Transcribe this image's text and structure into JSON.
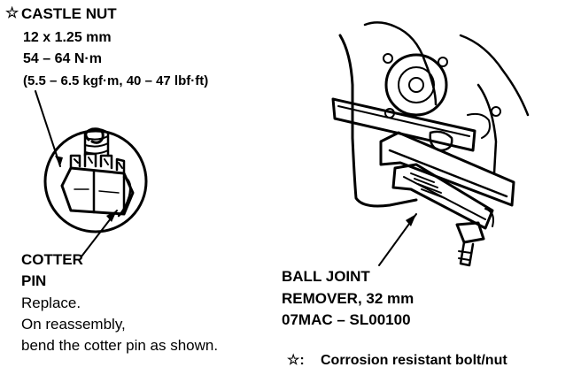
{
  "castle_nut": {
    "symbol": "☆",
    "title": "CASTLE NUT",
    "size": "12 x 1.25 mm",
    "torque_nm": "54 – 64 N·m",
    "torque_alt": "(5.5 – 6.5 kgf·m, 40 – 47 lbf·ft)"
  },
  "cotter_pin": {
    "title_line1": "COTTER",
    "title_line2": "PIN",
    "note1": "Replace.",
    "note2": "On reassembly,",
    "note3": "bend the cotter pin as shown."
  },
  "ball_joint_remover": {
    "line1": "BALL JOINT",
    "line2": "REMOVER, 32 mm",
    "line3": "07MAC – SL00100"
  },
  "footnote": {
    "symbol": "☆:",
    "text": "Corrosion resistant bolt/nut"
  },
  "colors": {
    "ink": "#000000",
    "paper": "#ffffff"
  }
}
